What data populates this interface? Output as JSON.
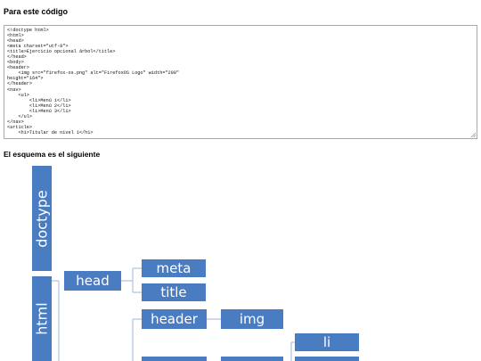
{
  "heading": "Para este código",
  "code_lines": [
    "<!doctype html>",
    "<html>",
    "<head>",
    "<meta charset=\"utf-8\">",
    "<title>Ejercicio opcional árbol</title>",
    "</head>",
    "<body>",
    "<header>",
    "    <img src=\"firefox-os.png\" alt=\"FirefoxOS Logo\" width=\"200\"",
    "height=\"164\">",
    "</header>",
    "<nav>",
    "    <ul>",
    "        <li>Menú 1</li>",
    "        <li>Menú 2</li>",
    "        <li>Menú 3</li>",
    "    </ul>",
    "</nav>",
    "<article>",
    "    <h1>Titular de nivel 1</h1>"
  ],
  "subheading": "El esquema es el siguiente",
  "diagram": {
    "node_color": "#4a7cc2",
    "line_color": "#9bb7dd",
    "nodes": {
      "doctype": "doctype",
      "html": "html",
      "head": "head",
      "meta": "meta",
      "title": "title",
      "header": "header",
      "img": "img",
      "li": "li"
    }
  }
}
